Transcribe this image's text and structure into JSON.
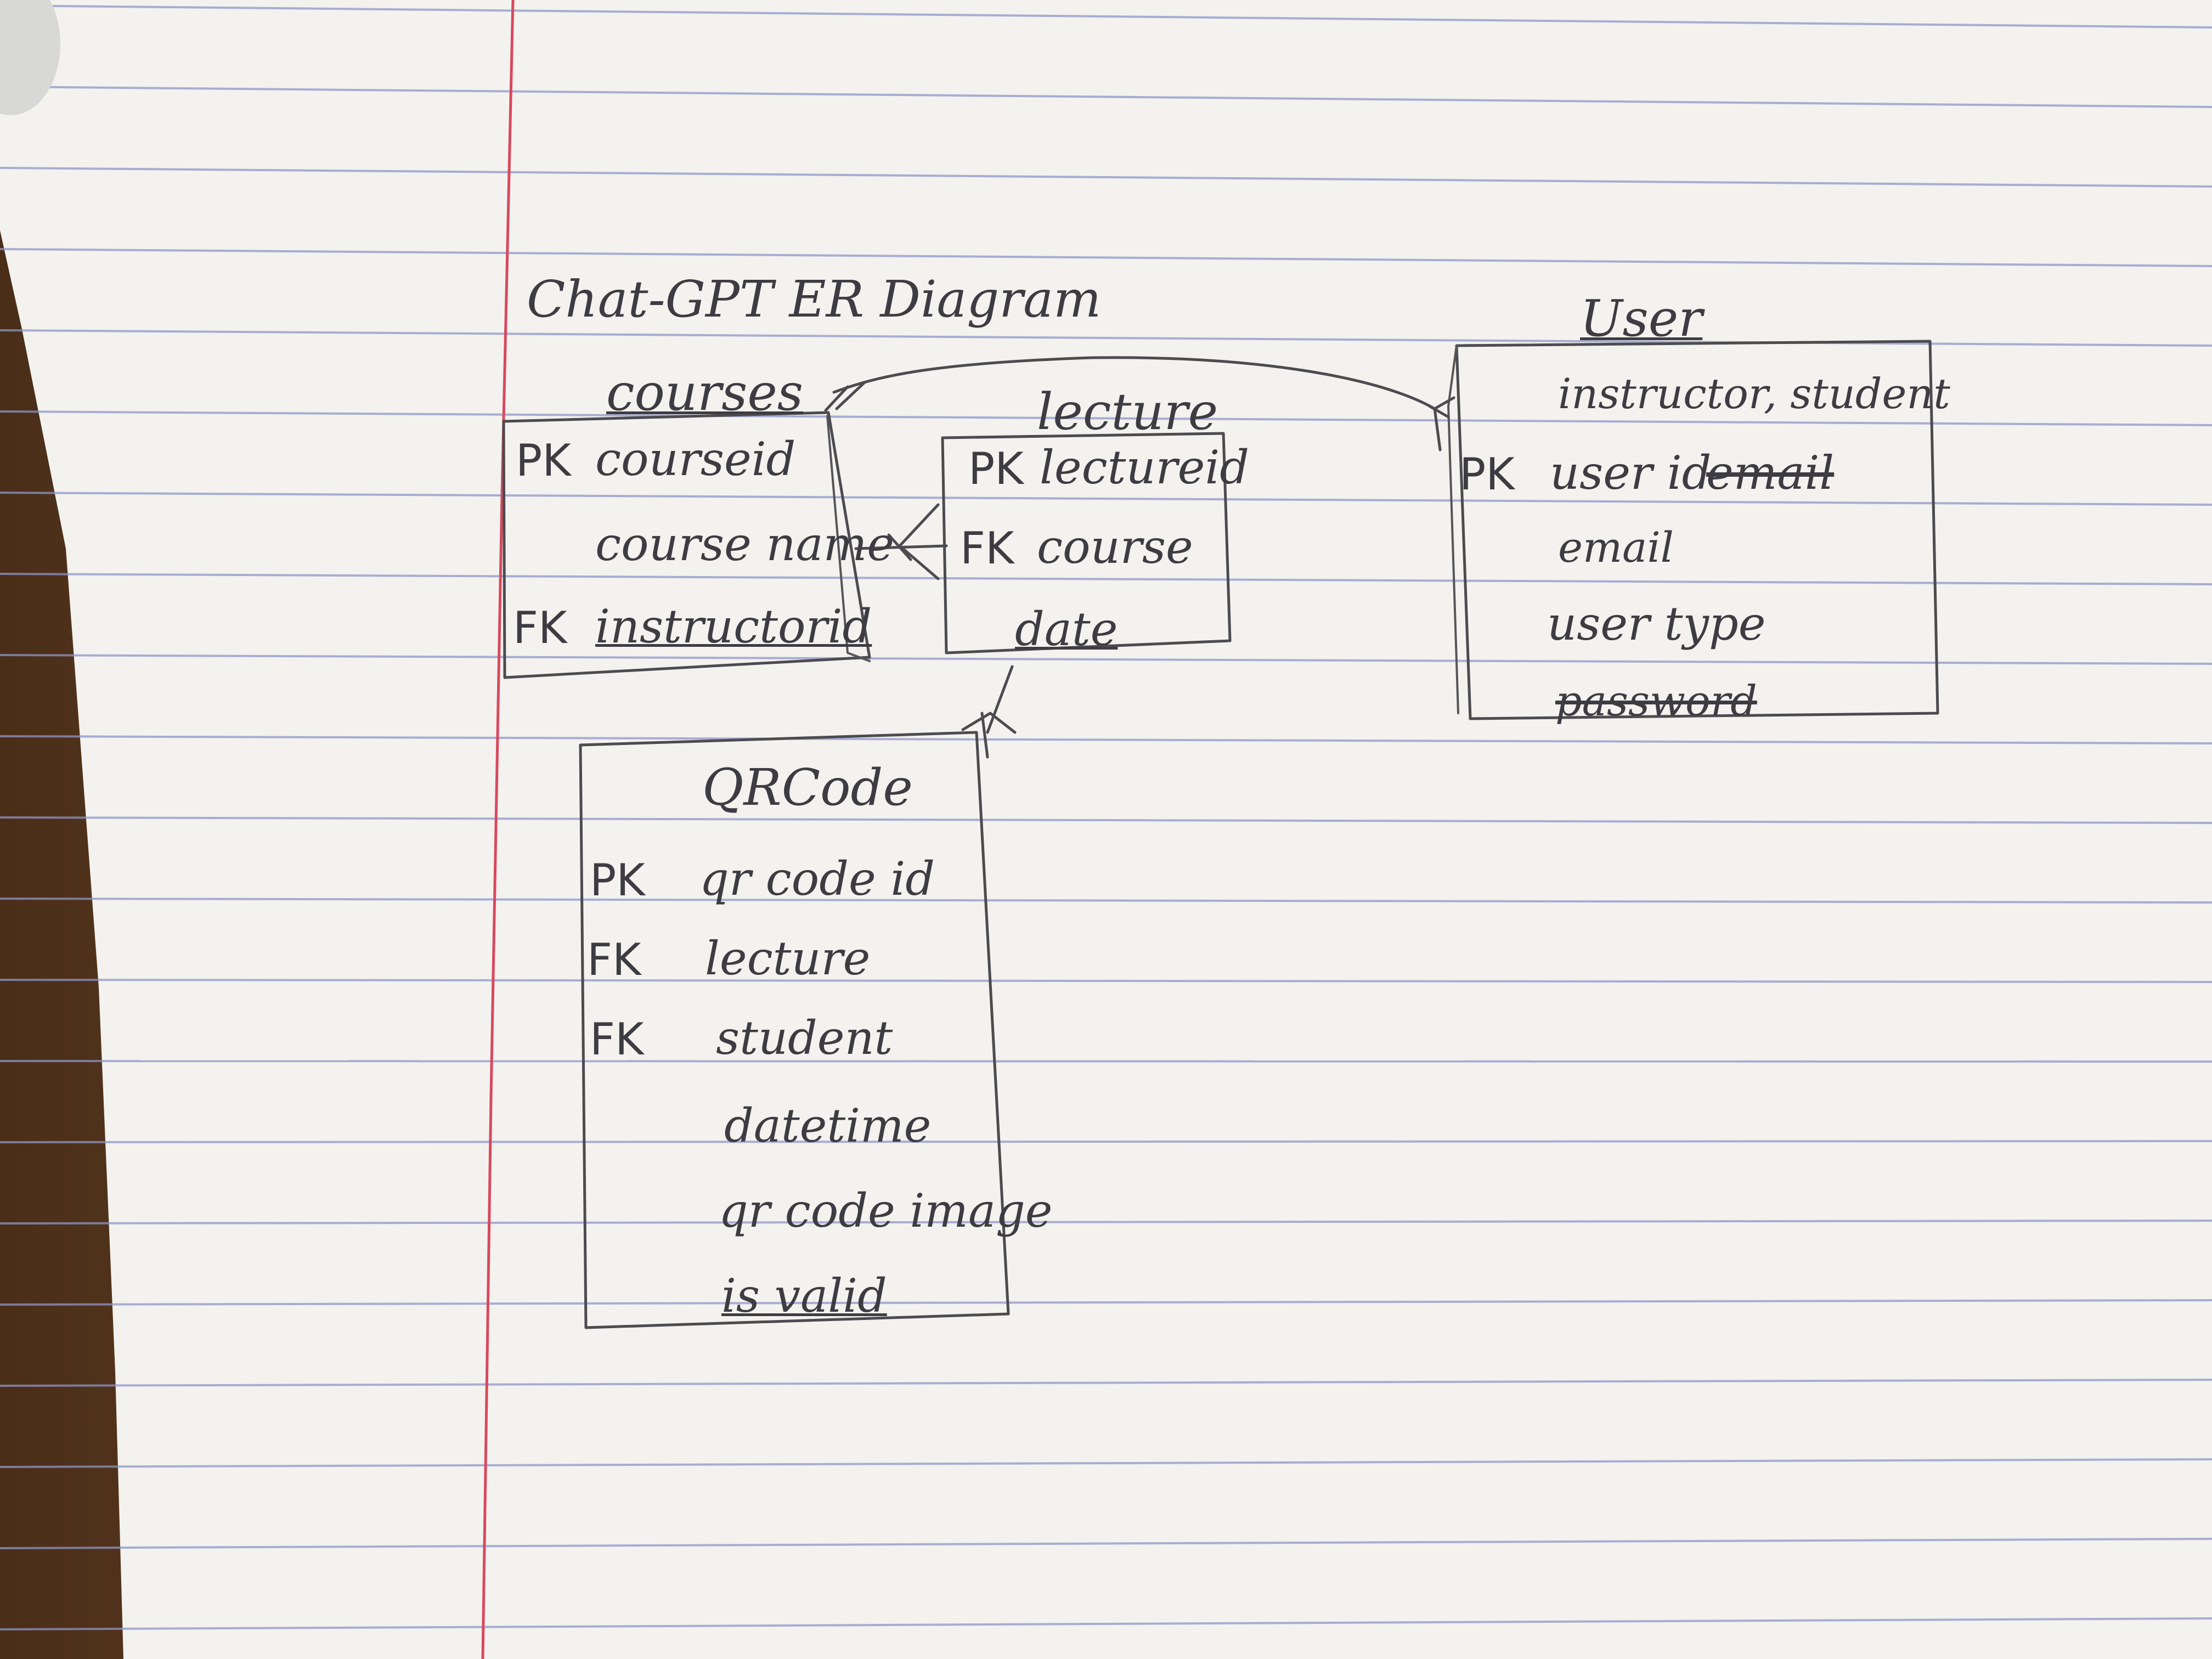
{
  "diagram": {
    "title": "Chat-GPT ER Diagram",
    "entities": [
      {
        "id": "courses",
        "name": "courses",
        "fields": [
          {
            "key": "PK",
            "name": "courseid"
          },
          {
            "key": "",
            "name": "course name"
          },
          {
            "key": "FK",
            "name": "instructorid"
          }
        ]
      },
      {
        "id": "lecture",
        "name": "lecture",
        "fields": [
          {
            "key": "PK",
            "name": "lectureid"
          },
          {
            "key": "FK",
            "name": "course"
          },
          {
            "key": "",
            "name": "date"
          }
        ]
      },
      {
        "id": "user",
        "name": "User",
        "note": "instructor, student",
        "fields": [
          {
            "key": "PK",
            "name": "user id",
            "struck_note": "email"
          },
          {
            "key": "",
            "name": "email"
          },
          {
            "key": "",
            "name": "user type"
          },
          {
            "key": "",
            "name": "password"
          }
        ]
      },
      {
        "id": "qrcode",
        "name": "QRCode",
        "fields": [
          {
            "key": "PK",
            "name": "qr code id"
          },
          {
            "key": "FK",
            "name": "lecture"
          },
          {
            "key": "FK",
            "name": "student"
          },
          {
            "key": "",
            "name": "datetime"
          },
          {
            "key": "",
            "name": "qr code image"
          },
          {
            "key": "",
            "name": "is valid"
          }
        ]
      }
    ],
    "relationships": [
      {
        "from": "courses",
        "to": "user",
        "from_end": "one",
        "to_end": "many"
      },
      {
        "from": "courses",
        "to": "lecture",
        "from_end": "one",
        "to_end": "many"
      },
      {
        "from": "lecture",
        "to": "qrcode",
        "from_end": "one",
        "to_end": "many"
      }
    ]
  },
  "colors": {
    "paper": "#f4f3ef",
    "rule_line": "#8e95c8",
    "margin_line": "#d9485f",
    "pencil": "#4b4b50",
    "desk": "#6b4426"
  }
}
